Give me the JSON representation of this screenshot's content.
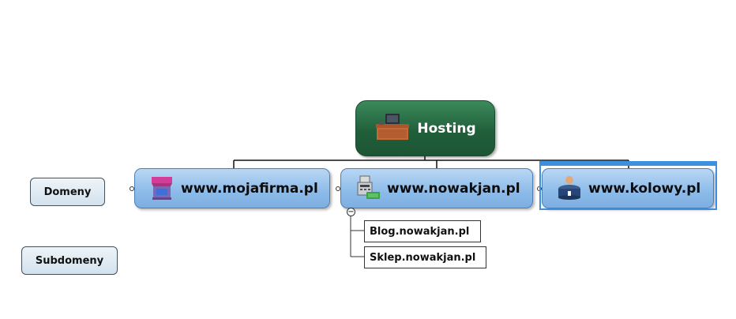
{
  "root": {
    "label": "Hosting",
    "icon": "office-desk-computer-icon"
  },
  "domains": [
    {
      "label": "www.mojafirma.pl",
      "icon": "storefront-icon"
    },
    {
      "label": "www.nowakjan.pl",
      "icon": "cash-register-icon"
    },
    {
      "label": "www.kolowy.pl",
      "icon": "reception-desk-person-icon"
    }
  ],
  "subdomains": [
    {
      "label": "Blog.nowakjan.pl"
    },
    {
      "label": "Sklep.nowakjan.pl"
    }
  ],
  "side_labels": {
    "domains": "Domeny",
    "subdomains": "Subdomeny"
  },
  "collapse_symbol": "−",
  "colors": {
    "root": "#215f3b",
    "topic": "#8cbbe9",
    "selection": "#3d8fe0"
  }
}
